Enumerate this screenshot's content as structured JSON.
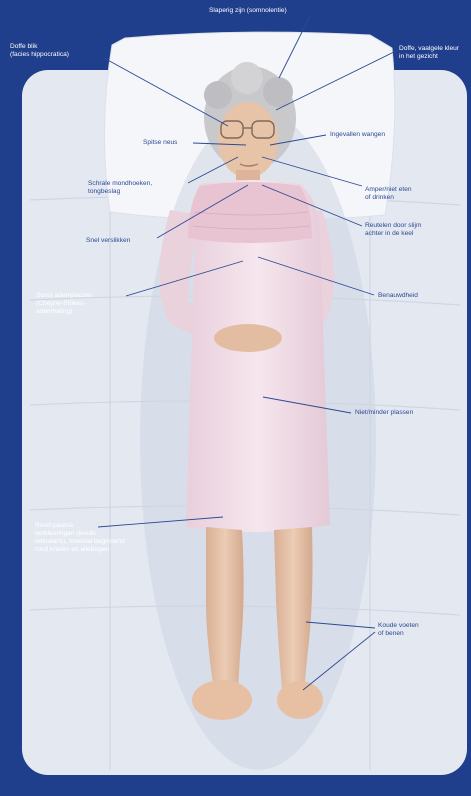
{
  "title": "",
  "labels": [
    {
      "id": "slaperig",
      "text": "Slaperig zijn (somnolentie)"
    },
    {
      "id": "doffe-blik",
      "text": "Doffe blik\n(facies hippocratica)"
    },
    {
      "id": "doffe-kleur",
      "text": "Doffe, vaalgele kleur\nin het gezicht"
    },
    {
      "id": "spitse-neus",
      "text": "Spitse neus"
    },
    {
      "id": "ingevallen-wangen",
      "text": "Ingevallen wangen"
    },
    {
      "id": "schrale-mond",
      "text": "Schrale mondhoeken,\ntongbeslag"
    },
    {
      "id": "amper-eten",
      "text": "Amper/niet eten\nof drinken"
    },
    {
      "id": "reutelen",
      "text": "Reutelen door slijm\nachter in de keel"
    },
    {
      "id": "snel-verslikken",
      "text": "Snel verslikken"
    },
    {
      "id": "adempauzes",
      "text": "Soms adempauzes\n(Cheyne-Stokes-\nademhaling)"
    },
    {
      "id": "benauwdheid",
      "text": "Benauwdheid"
    },
    {
      "id": "plassen",
      "text": "Niet/minder plassen"
    },
    {
      "id": "verkleuringen",
      "text": "Rood-paarse\nverkleuringen (livedo\nreticularis), meestal beginnend\nrond knieën en ellebogen"
    },
    {
      "id": "koude-voeten",
      "text": "Koude voeten\nof benen"
    }
  ],
  "colors": {
    "background": "#1f3f8c",
    "mattress": "#e4e9f1",
    "pillow": "#f4f6fa",
    "nightgown": "#f1dde6",
    "skin": "#e7c3a8",
    "hair": "#c9c9cc",
    "leader_line": "#2c4a92"
  }
}
